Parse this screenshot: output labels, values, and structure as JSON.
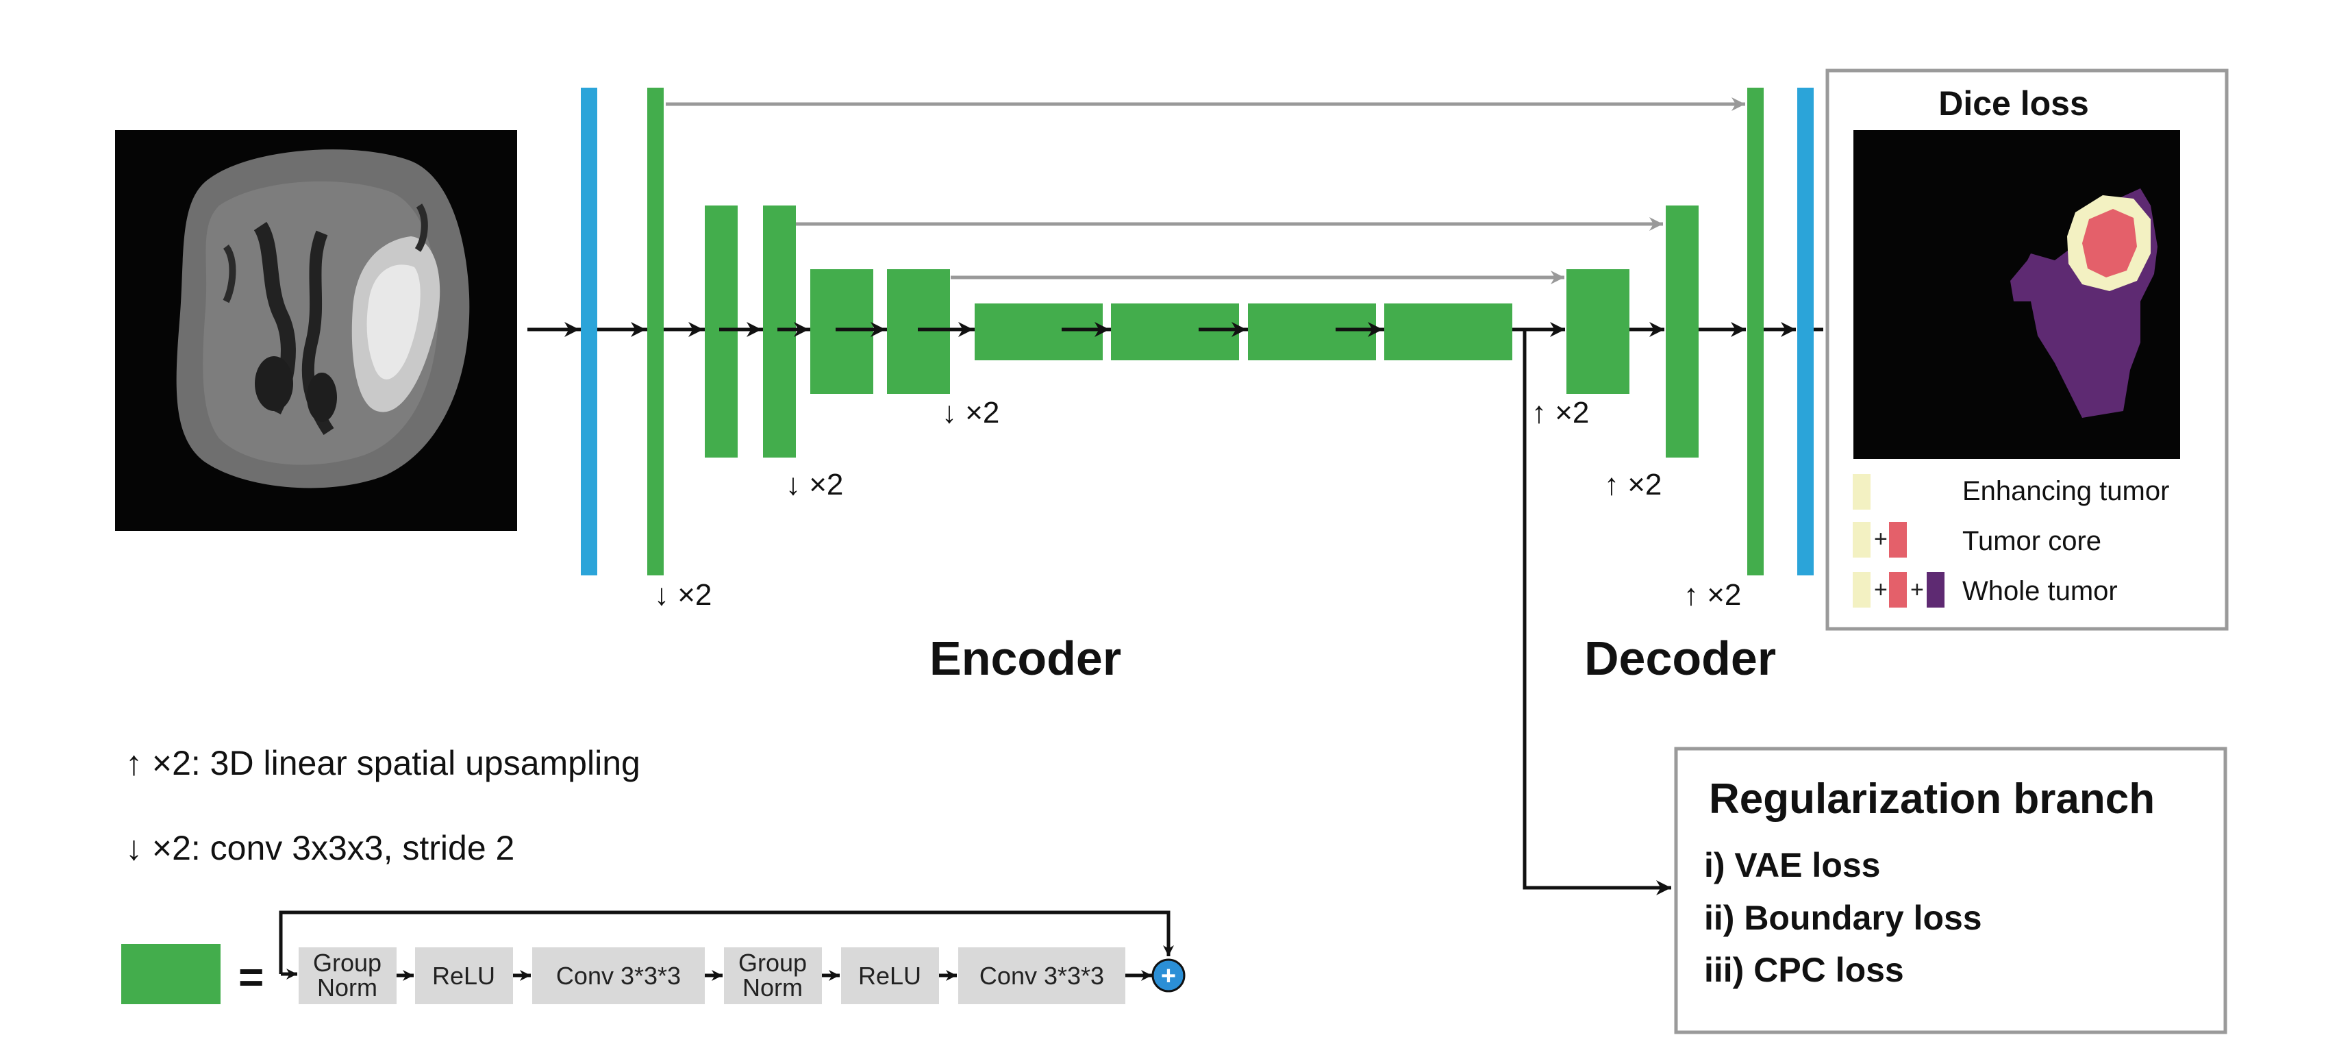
{
  "colors": {
    "conv_block": "#43ad4c",
    "io_layer": "#2ba4d9",
    "skip_arrow": "#999999",
    "flow_arrow": "#111111",
    "op_box": "#d9d9d9",
    "panel_border": "#9a9a9a",
    "enhancing": "#f3f1c2",
    "core": "#e4606a",
    "whole": "#5e2a72",
    "add_node": "#2b8fd6"
  },
  "labels": {
    "encoder": "Encoder",
    "decoder": "Decoder",
    "down_x2": "↓ ×2",
    "up_x2": "↑ ×2"
  },
  "legend_text": {
    "upsampling": "↑ ×2: 3D linear spatial upsampling",
    "downsampling": "↓ ×2: conv 3x3x3, stride 2"
  },
  "dice_panel": {
    "title": "Dice loss",
    "items": [
      {
        "label": "Enhancing tumor"
      },
      {
        "label": "Tumor core"
      },
      {
        "label": "Whole tumor"
      }
    ],
    "plus": "+"
  },
  "regularization": {
    "title": "Regularization branch",
    "items": [
      "i) VAE loss",
      "ii) Boundary loss",
      "iii) CPC loss"
    ]
  },
  "block_definition": {
    "equals": "=",
    "ops": [
      {
        "line1": "Group",
        "line2": "Norm"
      },
      {
        "line1": "ReLU"
      },
      {
        "line1": "Conv 3*3*3"
      },
      {
        "line1": "Group",
        "line2": "Norm"
      },
      {
        "line1": "ReLU"
      },
      {
        "line1": "Conv 3*3*3"
      }
    ],
    "add_symbol": "+"
  }
}
